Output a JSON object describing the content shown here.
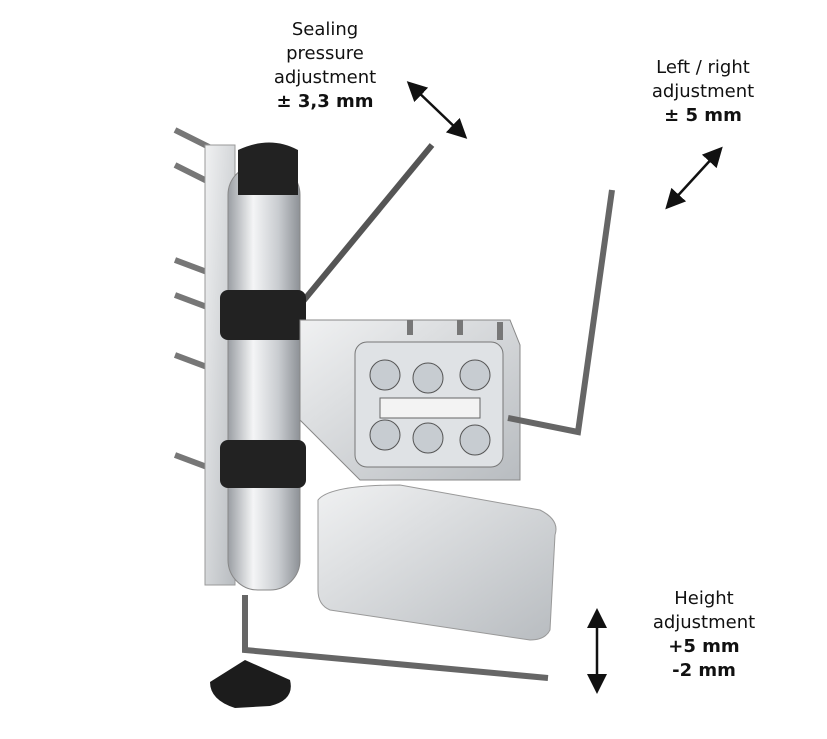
{
  "labels": {
    "sealing": {
      "lines": [
        "Sealing",
        "pressure",
        "adjustment"
      ],
      "value": "± 3,3 mm"
    },
    "left_right": {
      "lines": [
        "Left / right",
        "adjustment"
      ],
      "value": "± 5 mm"
    },
    "height": {
      "lines": [
        "Height",
        "adjustment"
      ],
      "values": [
        "+5 mm",
        "-2 mm"
      ]
    }
  }
}
